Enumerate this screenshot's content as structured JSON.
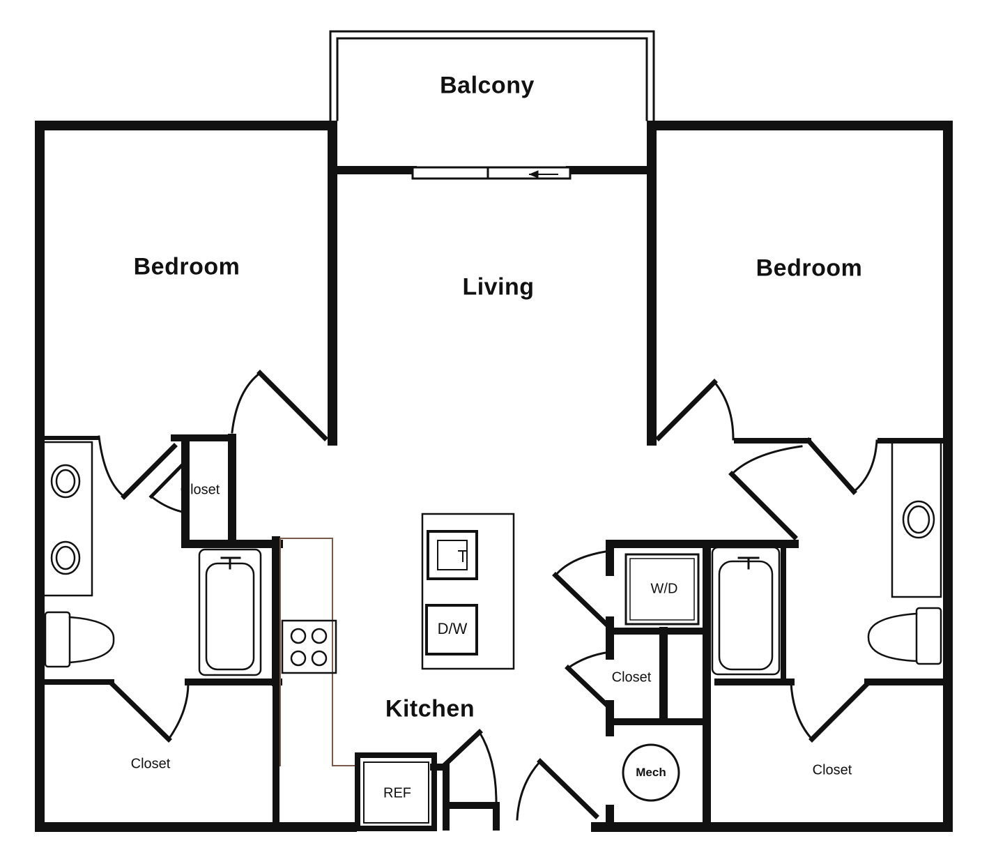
{
  "plan": {
    "colors": {
      "wall": "#111111",
      "fixture": "#222222",
      "background": "#ffffff",
      "kitchen_line": "#7a5a4a"
    },
    "rooms": {
      "balcony": "Balcony",
      "living": "Living",
      "bedroom_left": "Bedroom",
      "bedroom_right": "Bedroom",
      "kitchen": "Kitchen"
    },
    "labels": {
      "closet_left_small": "Closet",
      "closet_left_bottom": "Closet",
      "closet_center": "Closet",
      "closet_right_bottom": "Closet",
      "washer_dryer": "W/D",
      "dishwasher": "D/W",
      "refrigerator": "REF",
      "mechanical": "Mech"
    }
  }
}
